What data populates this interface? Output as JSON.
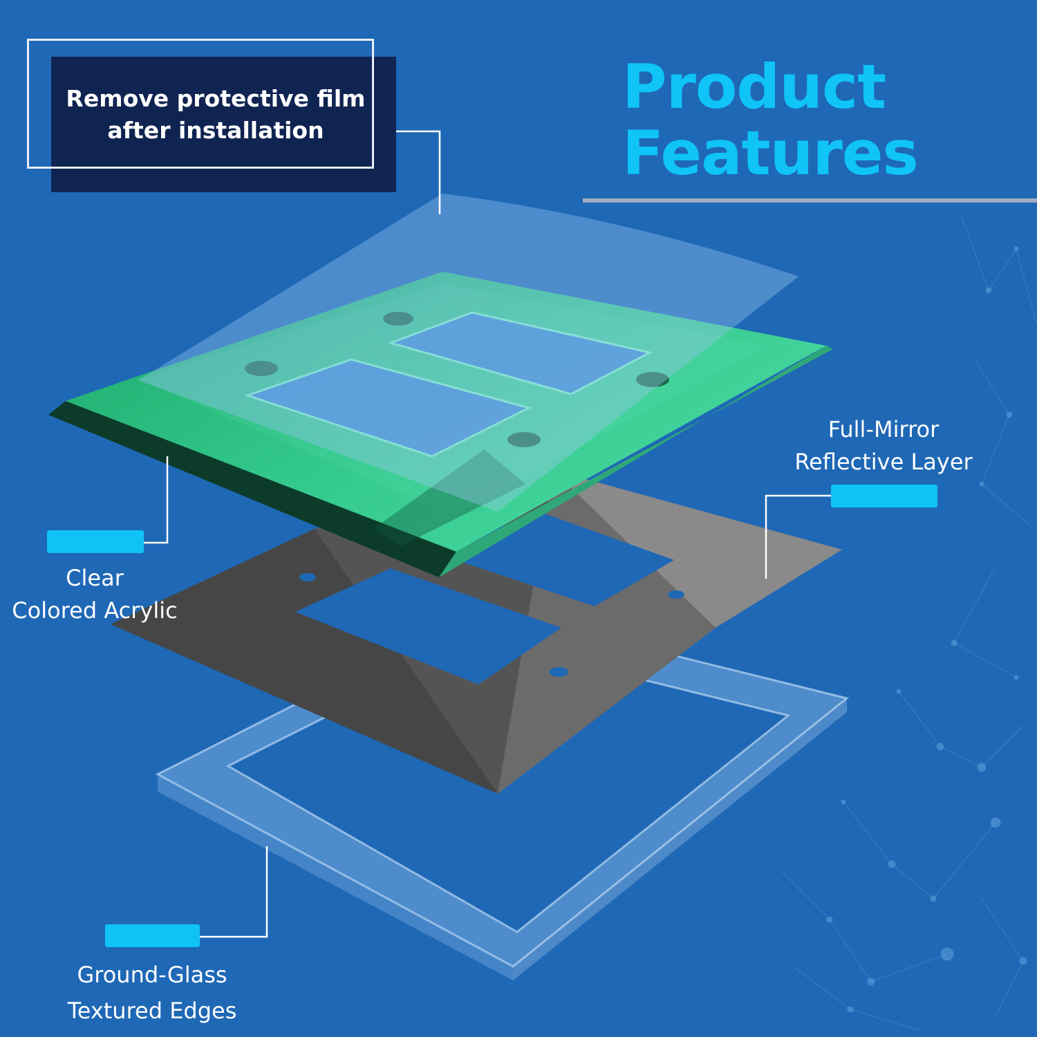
{
  "title": {
    "line1": "Product",
    "line2": "Features"
  },
  "callouts": {
    "protective_film": {
      "line1": "Remove protective film",
      "line2": "after installation"
    },
    "mirror_layer": {
      "line1": "Full-Mirror",
      "line2": "Reflective Layer"
    },
    "acrylic": {
      "line1": "Clear",
      "line2": "Colored Acrylic"
    },
    "edges": {
      "line1": "Ground-Glass",
      "line2": "Textured Edges"
    }
  },
  "colors": {
    "background": "#1f68b6",
    "title": "#10c4f8",
    "label_tag": "#0fc3f6",
    "film_box": "#102452",
    "acrylic_plate": "#2fc98a",
    "mirror_layer": "#5a5a5a"
  }
}
